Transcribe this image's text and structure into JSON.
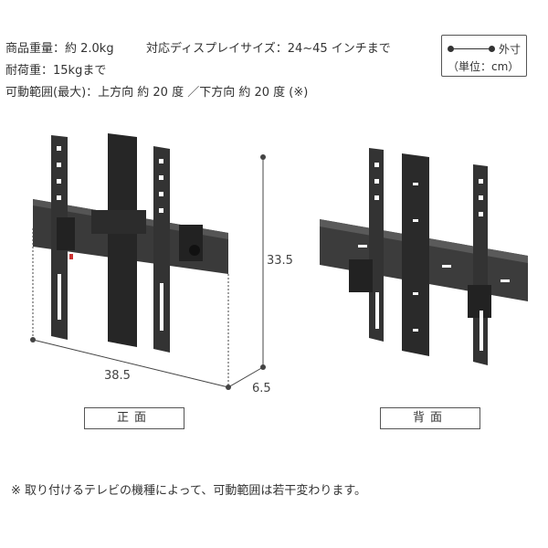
{
  "specs": {
    "weight": "商品重量：約 2.0kg",
    "tv_size": "対応ディスプレイサイズ：24~45 インチまで",
    "load": "耐荷重：15kgまで",
    "tilt": "可動範囲(最大)：上方向 約 20 度 ／下方向 約 20 度 (※)"
  },
  "legend": {
    "label": "外寸",
    "unit": "（単位：cm）"
  },
  "dimensions": {
    "height": "33.5",
    "width": "38.5",
    "depth": "6.5"
  },
  "captions": {
    "front": "正面",
    "back": "背面"
  },
  "footnote": "※ 取り付けるテレビの機種によって、可動範囲は若干変わります。",
  "colors": {
    "product": "#3a3a3a",
    "product_dark": "#262626",
    "dim_line": "#444444"
  }
}
